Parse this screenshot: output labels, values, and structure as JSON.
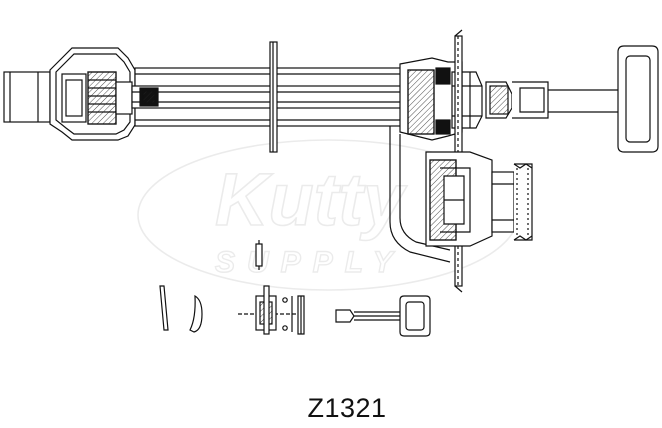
{
  "watermark": {
    "brand": "Kutty",
    "tagline": "SUPPLY"
  },
  "model_number": "Z1321"
}
